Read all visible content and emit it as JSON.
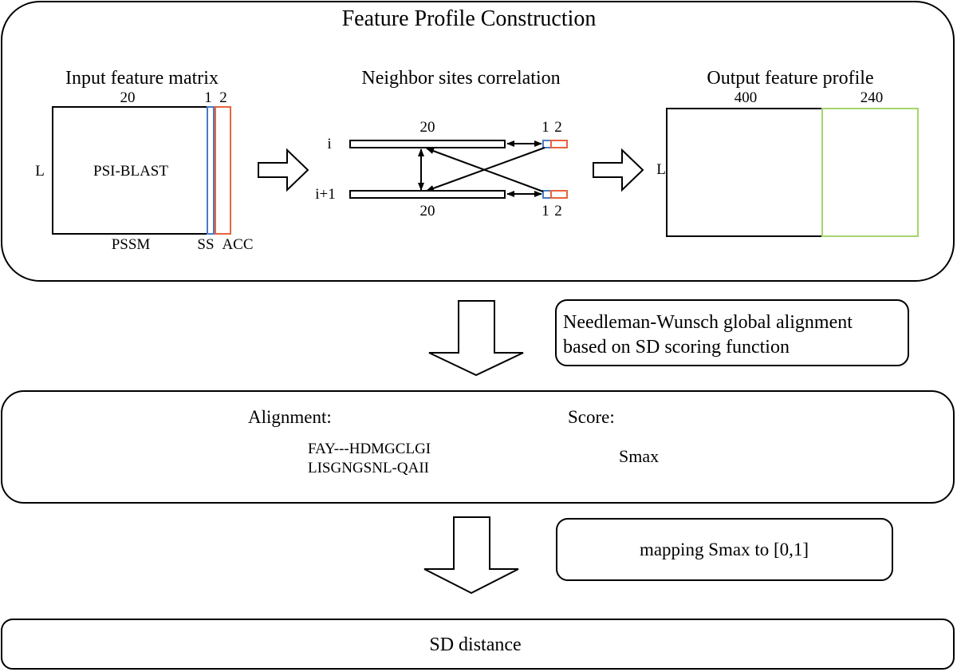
{
  "title": "Feature Profile Construction",
  "input": {
    "heading": "Input feature matrix",
    "top_label": "20",
    "ss_width": "1",
    "acc_width": "2",
    "row_label": "L",
    "inner_label": "PSI-BLAST",
    "pssm_label": "PSSM",
    "ss_label": "SS",
    "acc_label": "ACC"
  },
  "neighbor": {
    "heading": "Neighbor sites correlation",
    "row_i_label": "i",
    "row_i1_label": "i+1",
    "top_20": "20",
    "bottom_20": "20",
    "top_1": "1",
    "top_2": "2",
    "bottom_1": "1",
    "bottom_2": "2"
  },
  "output": {
    "heading": "Output feature profile",
    "left_width": "400",
    "right_width": "240",
    "row_label": "L"
  },
  "step1": {
    "line1": "Needleman-Wunsch global alignment",
    "line2": "based on SD scoring function"
  },
  "alignment": {
    "label": "Alignment:",
    "seq1": "FAY---HDMGCLGI",
    "seq2": "LISGNGSNL-QAII",
    "score_label": "Score:",
    "score_value": "Smax"
  },
  "step2": {
    "label": "mapping Smax to [0,1]"
  },
  "result": {
    "label": "SD distance"
  },
  "colors": {
    "ss": "#4a7ac0",
    "acc": "#e8643c",
    "profile": "#a6d36e"
  }
}
